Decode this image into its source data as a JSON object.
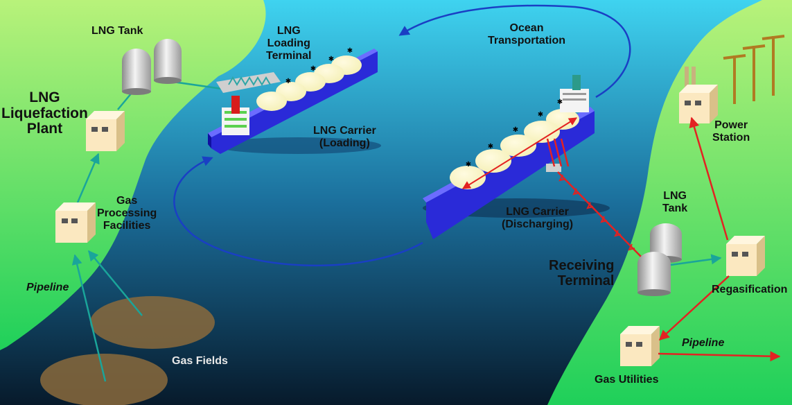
{
  "colors": {
    "sea_light": "#3fd3f0",
    "sea_mid": "#1b6f9c",
    "sea_dark": "#071a2b",
    "land_light": "#b8f27a",
    "land_dark": "#1fd05a",
    "flow_teal": "#1aa59a",
    "flow_red": "#e32222",
    "route_blue": "#1a3fc4",
    "hull": "#2a2ad8",
    "tank_dome": "#f3eeb0",
    "gas_field": "#8a6a3c",
    "building": "#fbe8c0"
  },
  "labels": {
    "lng_tank_left": "LNG Tank",
    "liquefaction_plant": [
      "LNG",
      "Liquefaction",
      "Plant"
    ],
    "gas_processing": [
      "Gas",
      "Processing",
      "Facilities"
    ],
    "pipeline_left": "Pipeline",
    "gas_fields": "Gas Fields",
    "loading_terminal": [
      "LNG",
      "Loading",
      "Terminal"
    ],
    "carrier_loading": [
      "LNG Carrier",
      "(Loading)"
    ],
    "ocean_transport": [
      "Ocean",
      "Transportation"
    ],
    "carrier_discharging": [
      "LNG Carrier",
      "(Discharging)"
    ],
    "receiving_terminal": [
      "Receiving",
      "Terminal"
    ],
    "lng_tank_right": [
      "LNG",
      "Tank"
    ],
    "power_station": [
      "Power",
      "Station"
    ],
    "regasification": "Regasification",
    "pipeline_right": "Pipeline",
    "gas_utilities": "Gas Utilities"
  },
  "icons": {
    "building": "plant-building-icon",
    "tank": "lng-storage-tank-icon",
    "ship": "lng-carrier-ship-icon",
    "pylon": "power-pylon-icon",
    "field": "gas-field-icon"
  }
}
